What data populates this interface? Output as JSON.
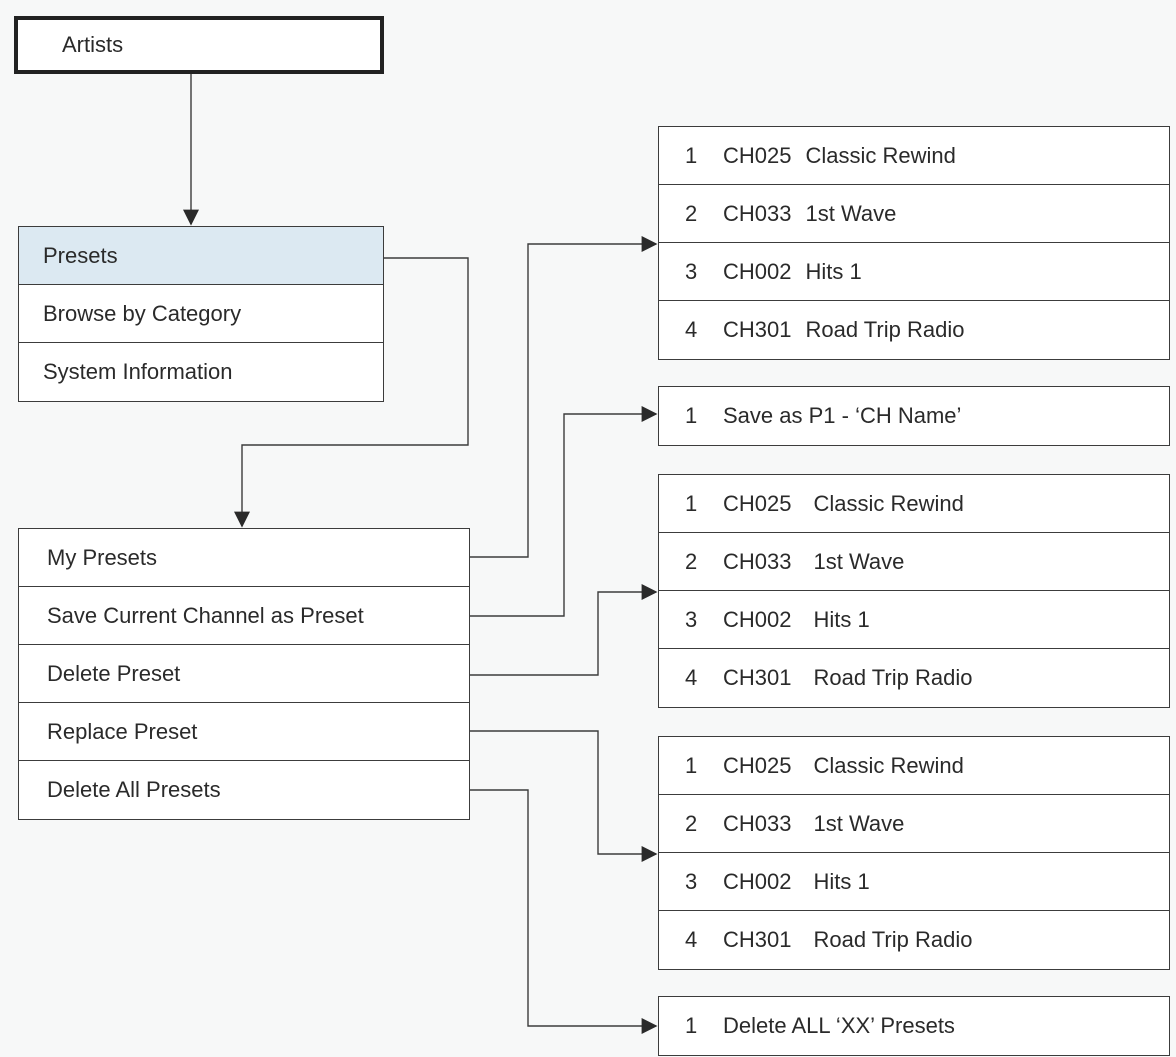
{
  "root": {
    "label": "Artists"
  },
  "main_menu": [
    {
      "label": "Presets",
      "selected": true
    },
    {
      "label": "Browse by Category"
    },
    {
      "label": "System Information"
    }
  ],
  "presets_menu": [
    {
      "label": "My Presets"
    },
    {
      "label": "Save Current Channel as Preset"
    },
    {
      "label": "Delete Preset"
    },
    {
      "label": "Replace Preset"
    },
    {
      "label": "Delete All Presets"
    }
  ],
  "my_presets_list": [
    {
      "num": "1",
      "code": "CH025",
      "name": "Classic Rewind"
    },
    {
      "num": "2",
      "code": "CH033",
      "name": "1st Wave"
    },
    {
      "num": "3",
      "code": "CH002",
      "name": "Hits 1"
    },
    {
      "num": "4",
      "code": "CH301",
      "name": "Road Trip Radio"
    }
  ],
  "save_option": {
    "num": "1",
    "text": "Save as P1 - ‘CH Name’"
  },
  "delete_list": [
    {
      "num": "1",
      "code": "CH025",
      "name": "Classic Rewind"
    },
    {
      "num": "2",
      "code": "CH033",
      "name": "1st Wave"
    },
    {
      "num": "3",
      "code": "CH002",
      "name": "Hits 1"
    },
    {
      "num": "4",
      "code": "CH301",
      "name": "Road Trip Radio"
    }
  ],
  "replace_list": [
    {
      "num": "1",
      "code": "CH025",
      "name": "Classic Rewind"
    },
    {
      "num": "2",
      "code": "CH033",
      "name": "1st Wave"
    },
    {
      "num": "3",
      "code": "CH002",
      "name": "Hits 1"
    },
    {
      "num": "4",
      "code": "CH301",
      "name": "Road Trip Radio"
    }
  ],
  "delete_all_option": {
    "num": "1",
    "text": "Delete ALL ‘XX’ Presets"
  },
  "colors": {
    "selected_row": "#dce9f2",
    "line": "#3c3c3c",
    "background": "#f7f8f8"
  }
}
